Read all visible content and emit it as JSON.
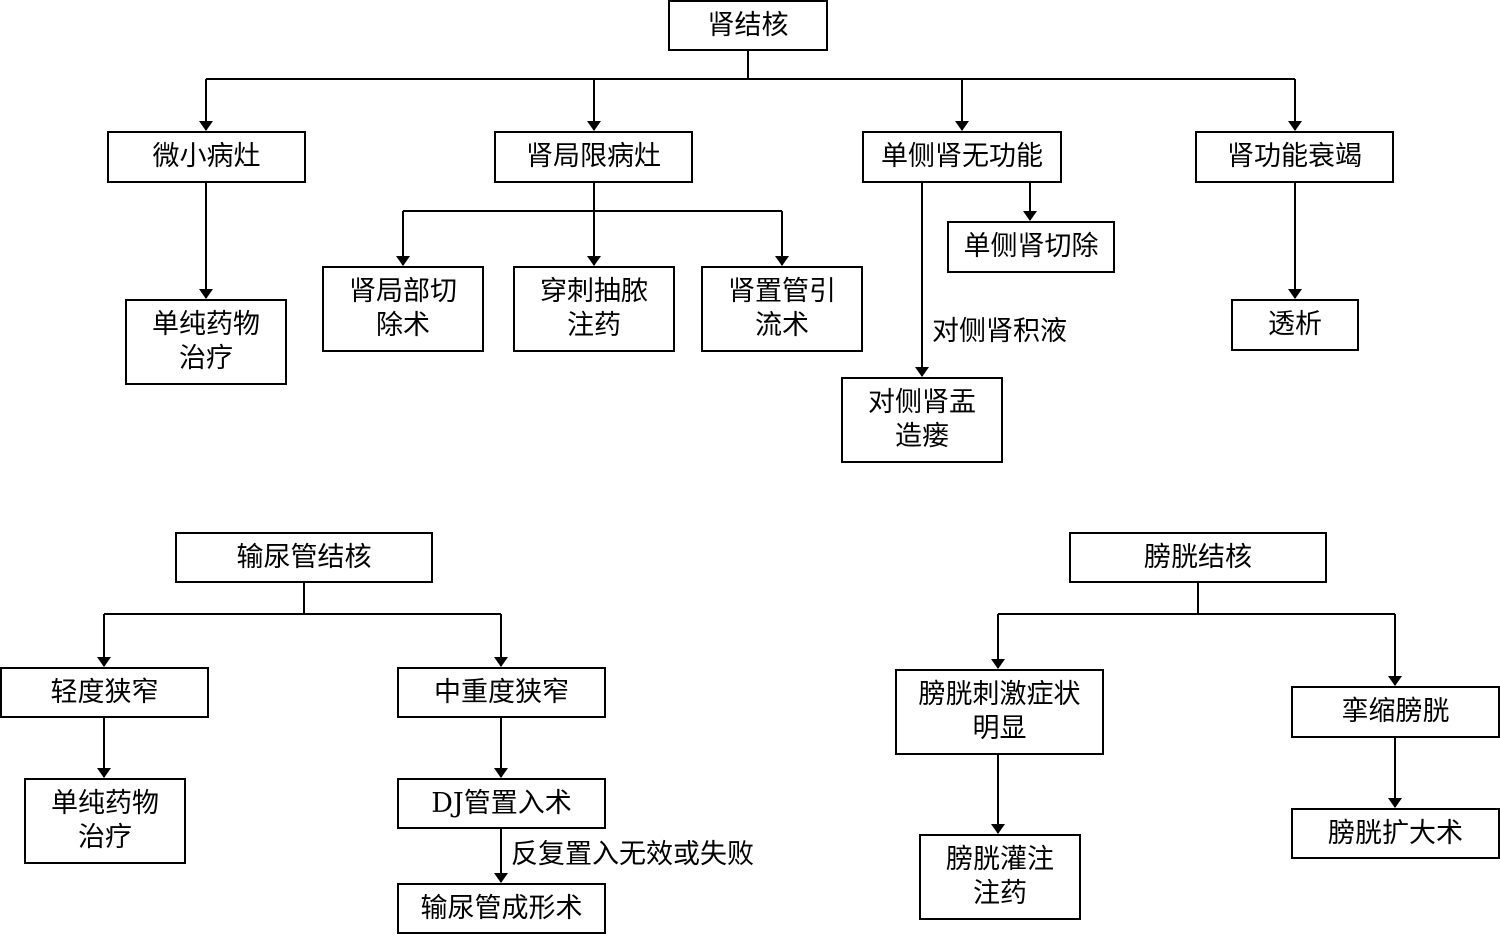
{
  "kidney": {
    "root": "肾结核",
    "micro": "微小病灶",
    "local": "肾局限病灶",
    "unilateral": "单侧肾无功能",
    "failure": "肾功能衰竭",
    "drug": "单纯药物\n治疗",
    "partial": "肾局部切\n除术",
    "puncture": "穿刺抽脓\n注药",
    "drainage": "肾置管引\n流术",
    "nephrectomy": "单侧肾切除",
    "contralateral_label": "对侧肾积液",
    "pyelostomy": "对侧肾盂\n造瘘",
    "dialysis": "透析"
  },
  "ureter": {
    "root": "输尿管结核",
    "mild": "轻度狭窄",
    "severe": "中重度狭窄",
    "drug": "单纯药物\n治疗",
    "dj": "DJ管置入术",
    "fail_label": "反复置入无效或失败",
    "plasty": "输尿管成形术"
  },
  "bladder": {
    "root": "膀胱结核",
    "irritation": "膀胱刺激症状\n明显",
    "contracted": "挛缩膀胱",
    "instillation": "膀胱灌注\n注药",
    "augmentation": "膀胱扩大术"
  }
}
